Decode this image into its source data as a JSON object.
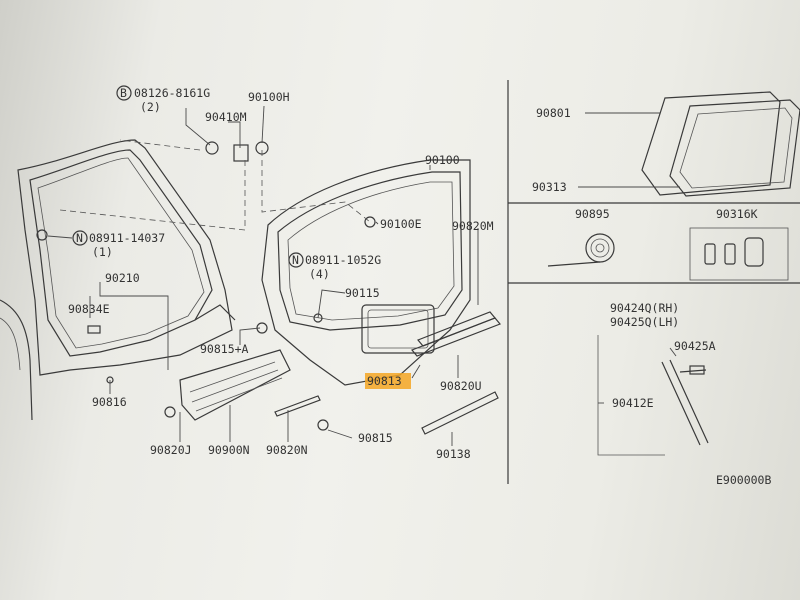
{
  "diagram": {
    "labels": {
      "bolt_spec": "08126-8161G",
      "bolt_qty": "(2)",
      "p90100H": "90100H",
      "p90410M": "90410M",
      "p90100": "90100",
      "nut_spec_1": "08911-14037",
      "nut_qty_1": "(1)",
      "p90100E": "90100E",
      "p90820M": "90820M",
      "nut_spec_2": "08911-1052G",
      "nut_qty_2": "(4)",
      "p90115": "90115",
      "p90210": "90210",
      "p90834E": "90834E",
      "p90815A": "90815+A",
      "p90813": "90813",
      "p90820U": "90820U",
      "p90816": "90816",
      "p90820J": "90820J",
      "p90900N": "90900N",
      "p90820N": "90820N",
      "p90815": "90815",
      "p90138": "90138",
      "p90801": "90801",
      "p90313": "90313",
      "p90895": "90895",
      "p90316K": "90316K",
      "p90424Q": "90424Q(RH)",
      "p90425Q": "90425Q(LH)",
      "p90425A": "90425A",
      "p90412E": "90412E",
      "figure_code": "E900000B",
      "b_mark": "B",
      "n_mark": "N"
    }
  }
}
